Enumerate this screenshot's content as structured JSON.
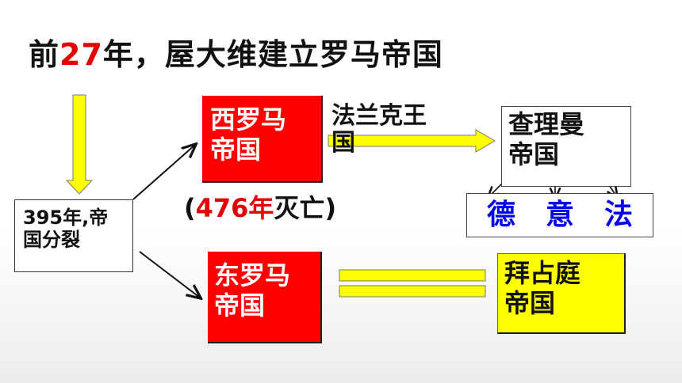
{
  "title": {
    "prefix": "前",
    "year": "27",
    "suffix": "年，屋大维建立罗马帝国"
  },
  "nodes": {
    "split": "395年,帝\n国分裂",
    "west_rome": "西罗马\n帝国",
    "west_fall": {
      "open": "(",
      "year": "476年",
      "text": "灭亡)"
    },
    "frank": "法兰克王\n国",
    "charlemagne": "查理曼\n帝国",
    "successors": [
      "德",
      "意",
      "法"
    ],
    "east_rome": "东罗马\n帝国",
    "byzantine": "拜占庭\n帝国"
  },
  "colors": {
    "red": "#ff0000",
    "yellow": "#ffff00",
    "blue": "#0000ee"
  }
}
